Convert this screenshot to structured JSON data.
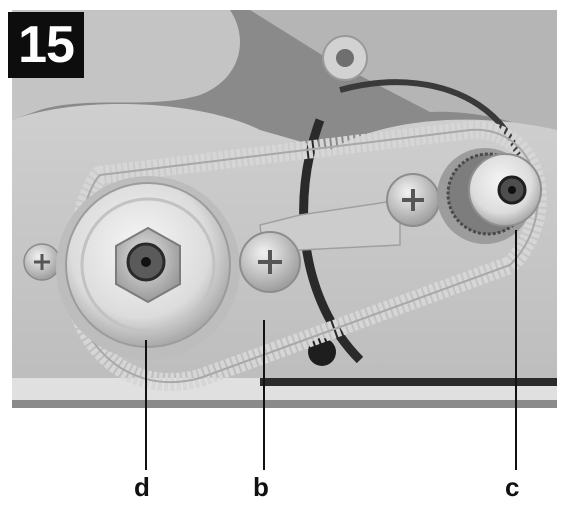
{
  "step_number": "15",
  "callouts": {
    "d": "d",
    "b": "b",
    "c": "c"
  },
  "colors": {
    "housing": "#d9d9d9",
    "pulley": "#ececec",
    "belt": "#c9c9c9",
    "shadow": "#2a2a2a",
    "badge": "#0d0d0d"
  }
}
